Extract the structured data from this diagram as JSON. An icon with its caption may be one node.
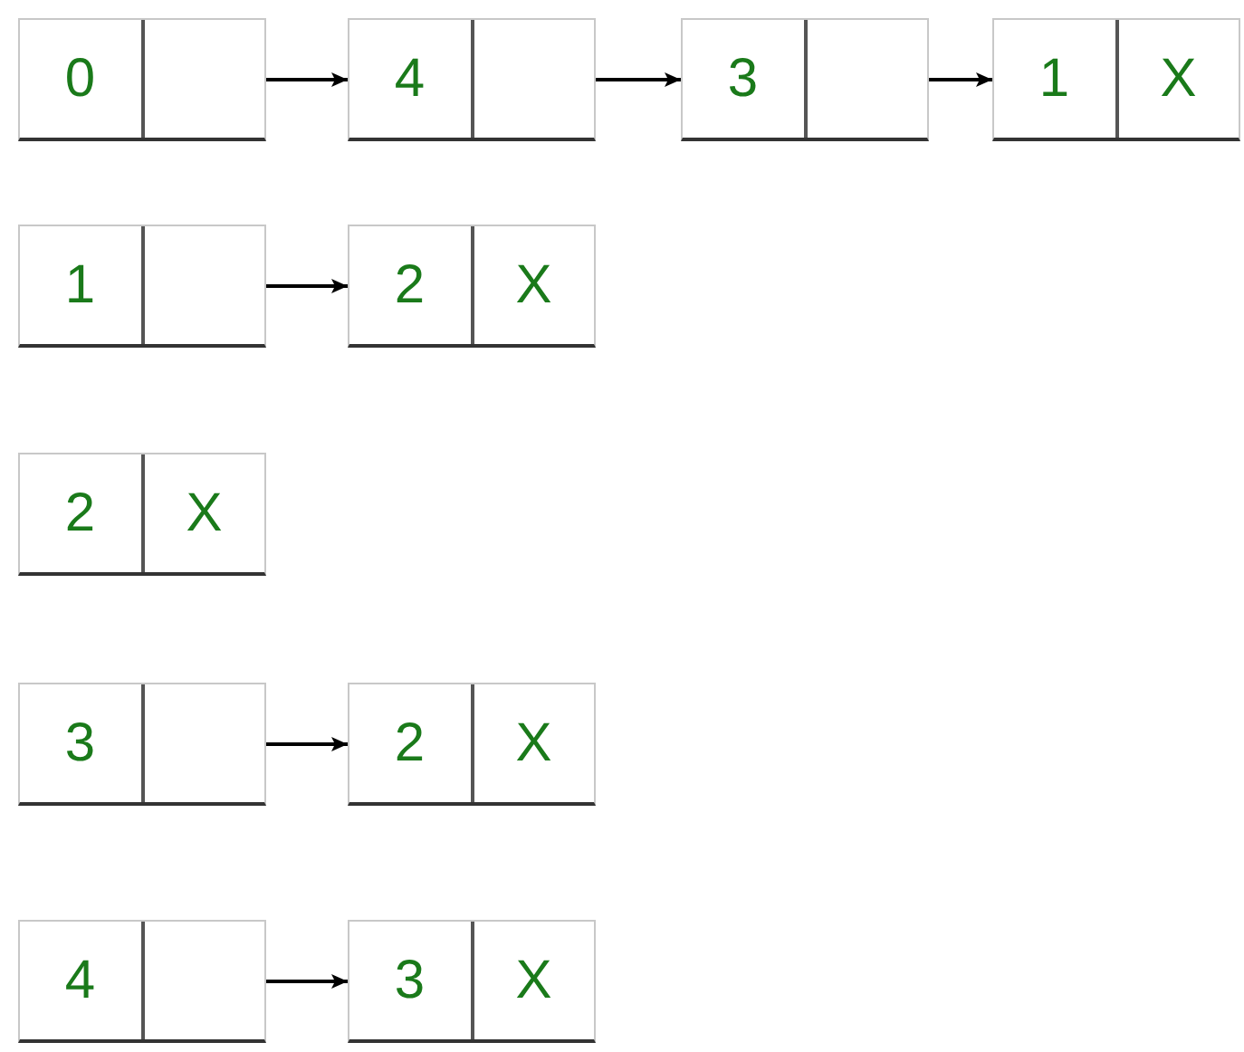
{
  "diagram": {
    "nodes": [
      {
        "text": [
          "0"
        ]
      },
      {
        "text": [
          "4"
        ]
      },
      {
        "text": [
          "3"
        ]
      },
      {
        "text": [
          "1",
          "X"
        ]
      },
      {
        "text": [
          "1"
        ]
      },
      {
        "text": [
          "2",
          "X"
        ]
      },
      {
        "text": [
          "2",
          "X"
        ]
      },
      {
        "text": [
          "3"
        ]
      },
      {
        "text": [
          "2",
          "X"
        ]
      },
      {
        "text": [
          "4"
        ]
      },
      {
        "text": [
          "3",
          "X"
        ]
      }
    ],
    "edges": [
      {
        "from": 0,
        "to": 1,
        "arrow": "to"
      },
      {
        "from": 1,
        "to": 2,
        "arrow": "to"
      },
      {
        "from": 2,
        "to": 3,
        "arrow": "to"
      },
      {
        "from": 4,
        "to": 5,
        "arrow": "to"
      },
      {
        "from": 7,
        "to": 8,
        "arrow": "to"
      },
      {
        "from": 9,
        "to": 10,
        "arrow": "to"
      }
    ]
  }
}
